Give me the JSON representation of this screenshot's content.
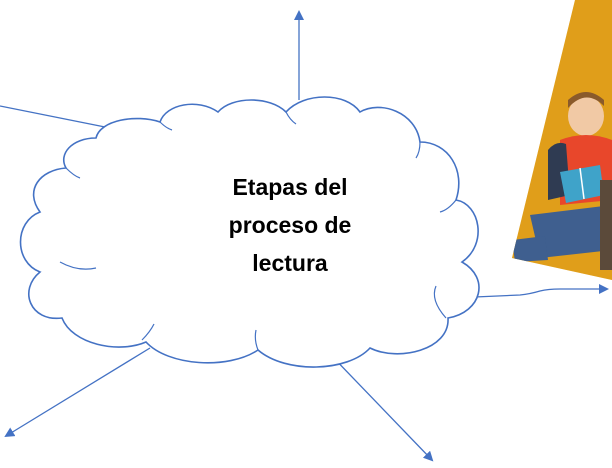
{
  "diagram": {
    "central_topic": {
      "lines": [
        "Etapas del",
        "proceso de",
        "lectura"
      ]
    },
    "image": {
      "description_icon": "boy-reading-book-photo"
    },
    "colors": {
      "outline": "#4472C4",
      "text": "#000000",
      "background": "#ffffff",
      "photo_wall": "#E3A21A",
      "photo_shirt": "#E8472B",
      "photo_jeans": "#3F5F8F",
      "photo_book": "#3FA3C9"
    },
    "arrow_count": 5
  }
}
